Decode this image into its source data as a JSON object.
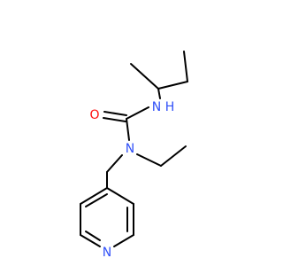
{
  "molecule": {
    "atoms": {
      "o1": {
        "symbol": "O",
        "color": "#ff0d0d"
      },
      "n1": {
        "symbol": "N",
        "color": "#3050f8"
      },
      "h1": {
        "symbol": "H",
        "color": "#3050f8"
      },
      "n2": {
        "symbol": "N",
        "color": "#3050f8"
      },
      "n3": {
        "symbol": "N",
        "color": "#3050f8"
      }
    },
    "bond_color": "#000000",
    "background": "#ffffff"
  }
}
